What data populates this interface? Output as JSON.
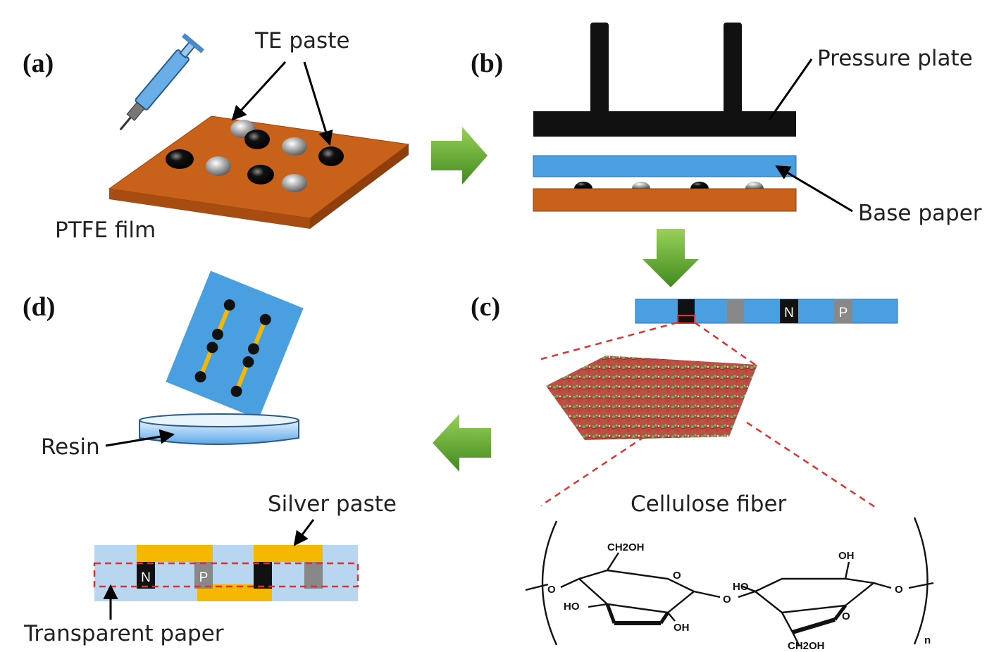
{
  "panels": {
    "a": {
      "label": "(a)",
      "te_paste": "TE paste",
      "ptfe_film": "PTFE film"
    },
    "b": {
      "label": "(b)",
      "pressure_plate": "Pressure plate",
      "base_paper": "Base paper"
    },
    "c": {
      "label": "(c)",
      "cellulose_fiber": "Cellulose fiber",
      "n_label": "N",
      "p_label": "P"
    },
    "d": {
      "label": "(d)",
      "resin": "Resin",
      "silver_paste": "Silver paste",
      "transparent_paper": "Transparent paper",
      "n_label": "N",
      "p_label": "P"
    }
  },
  "cellulose_formula": {
    "ch2oh_top": "CH2OH",
    "oh_top_right": "OH",
    "ho_left": "HO",
    "oh_bottom": "OH",
    "ho_right_ring": "HO",
    "ch2oh_bottom": "CH2OH",
    "o_ring": "O",
    "o_link": "O",
    "subscript_n": "n"
  },
  "colors": {
    "ptfe_orange": "#c8621a",
    "paper_blue": "#4a9fe0",
    "transparent_blue": "#b8d6f0",
    "silver_paste": "#f5b800",
    "arrow_green": "#5aa02c",
    "dashed_red": "#e03030"
  }
}
